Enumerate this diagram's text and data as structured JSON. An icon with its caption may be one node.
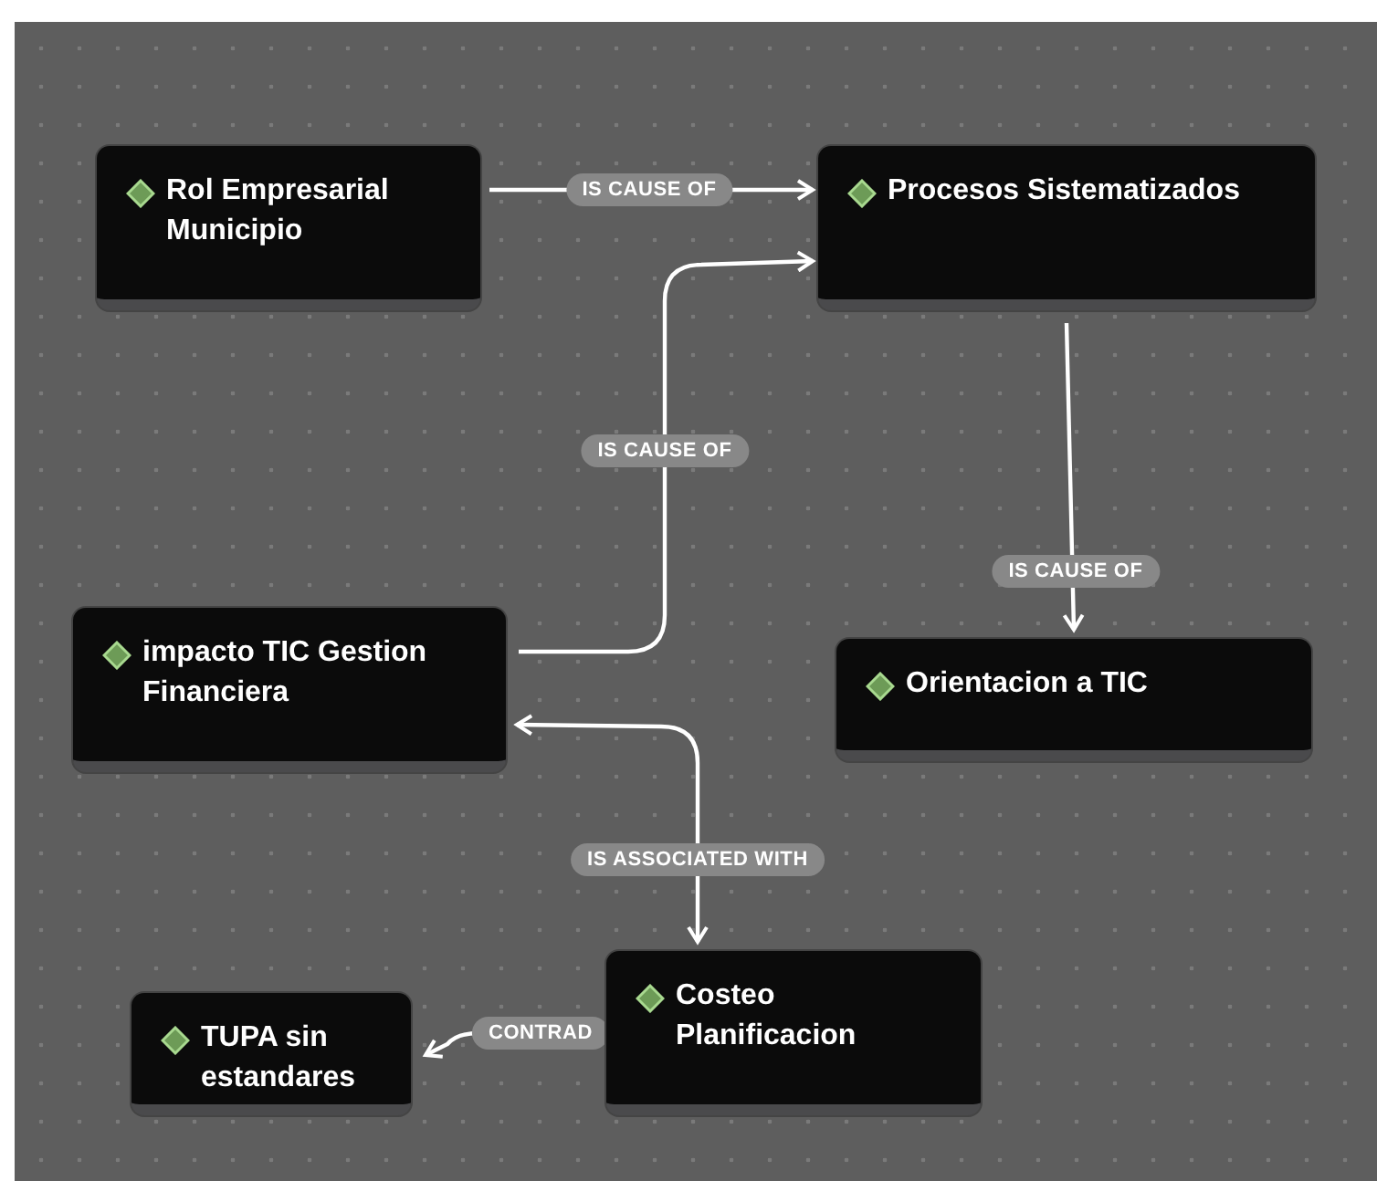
{
  "diagram": {
    "nodes": [
      {
        "text": [
          "Rol Empresarial Municipio"
        ]
      },
      {
        "text": [
          "Procesos Sistematizados"
        ]
      },
      {
        "text": [
          "impacto TIC Gestion Financiera"
        ]
      },
      {
        "text": [
          "Orientacion a TIC"
        ]
      },
      {
        "text": [
          "Costeo Planificacion"
        ]
      },
      {
        "text": [
          "TUPA sin estandares"
        ]
      }
    ],
    "edges": [
      {
        "from": 0,
        "to": 1,
        "arrow": "to",
        "label": "IS CAUSE OF"
      },
      {
        "from": 2,
        "to": 1,
        "arrow": "to",
        "label": "IS CAUSE OF"
      },
      {
        "from": 1,
        "to": 3,
        "arrow": "to",
        "label": "IS CAUSE OF"
      },
      {
        "from": 2,
        "to": 4,
        "arrow": "both",
        "label": "IS ASSOCIATED WITH"
      },
      {
        "from": 4,
        "to": 5,
        "arrow": "to",
        "label": "CONTRAD"
      }
    ]
  }
}
